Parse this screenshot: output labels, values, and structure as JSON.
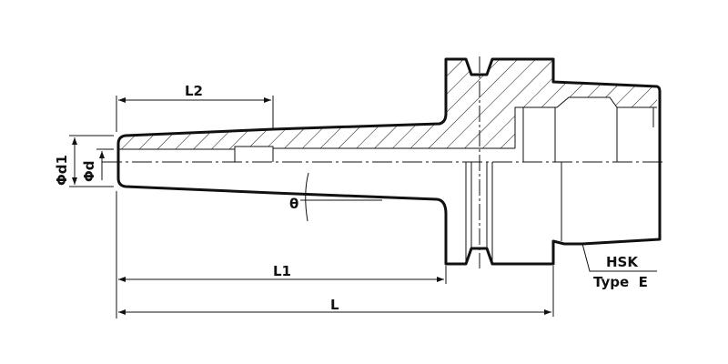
{
  "drawing": {
    "dimensions": {
      "L2": "L2",
      "L1": "L1",
      "L": "L",
      "phi_d1": "Φd1",
      "phi_d": "Φd",
      "theta": "θ"
    },
    "callout": {
      "line1": "HSK",
      "line2": "Type  E"
    }
  }
}
